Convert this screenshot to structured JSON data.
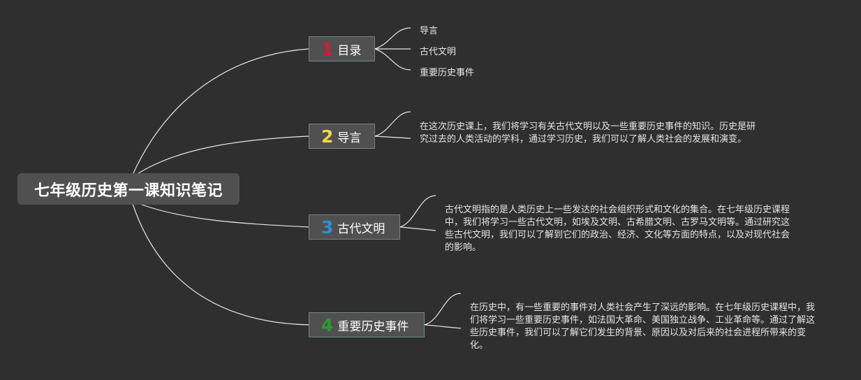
{
  "root": {
    "title": "七年级历史第一课知识笔记"
  },
  "colors": {
    "background": "#2f2f2f",
    "node_fill": "#505050",
    "node_border": "#6d8a86",
    "line": "#e8e8e8",
    "text": "#e6e6e6"
  },
  "topics": [
    {
      "number": "1",
      "number_color": "#d01c34",
      "label": "目录",
      "children": [
        "导言",
        "古代文明",
        "重要历史事件"
      ]
    },
    {
      "number": "2",
      "number_color": "#f0d64a",
      "label": "导言",
      "children": [
        "在这次历史课上，我们将学习有关古代文明以及一些重要历史事件的知识。历史是研究过去的人类活动的学科，通过学习历史，我们可以了解人类社会的发展和演变。"
      ]
    },
    {
      "number": "3",
      "number_color": "#2a8fd6",
      "label": "古代文明",
      "children": [
        "古代文明指的是人类历史上一些发达的社会组织形式和文化的集合。在七年级历史课程中，我们将学习一些古代文明，如埃及文明、古希腊文明、古罗马文明等。通过研究这些古代文明，我们可以了解到它们的政治、经济、文化等方面的特点，以及对现代社会的影响。"
      ]
    },
    {
      "number": "4",
      "number_color": "#2e9a2e",
      "label": "重要历史事件",
      "children": [
        "在历史中，有一些重要的事件对人类社会产生了深远的影响。在七年级历史课程中，我们将学习一些重要历史事件，如法国大革命、美国独立战争、工业革命等。通过了解这些历史事件，我们可以了解它们发生的背景、原因以及对后来的社会进程所带来的变化。"
      ]
    }
  ]
}
